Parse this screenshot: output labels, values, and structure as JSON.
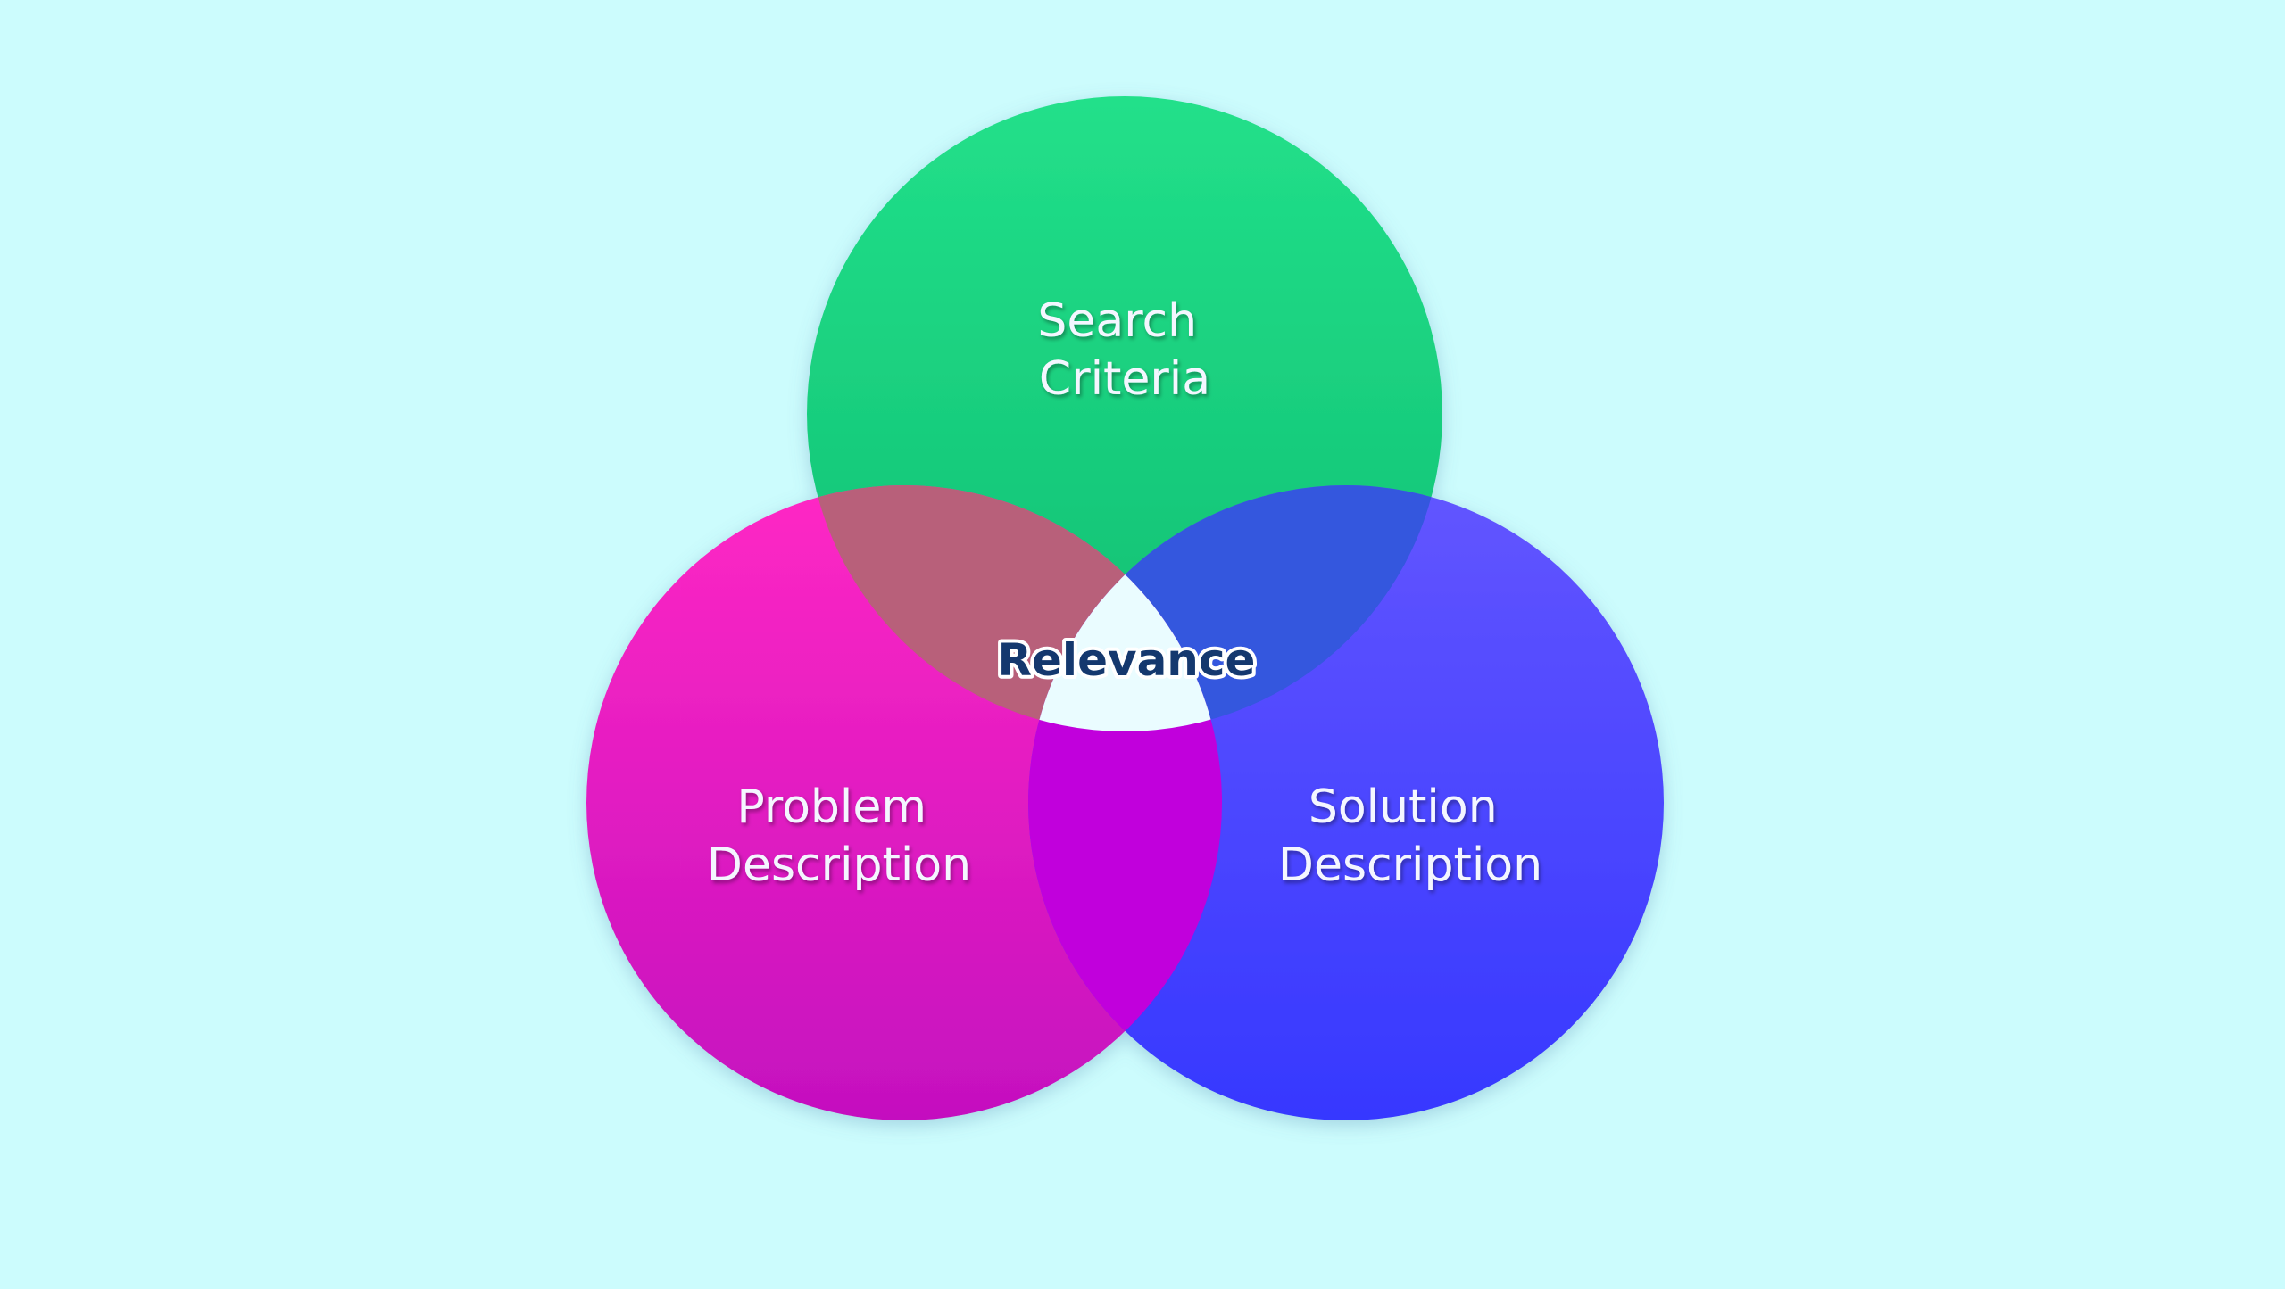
{
  "background_color": "#ccfcfd",
  "circles": {
    "search": {
      "label_line1": "Search",
      "label_line2": "Criteria",
      "color_top": "#22e08a",
      "color_bottom": "#10bd72"
    },
    "problem": {
      "label_line1": "Problem",
      "label_line2": "Description",
      "color_top": "#ff28c4",
      "color_bottom": "#c410bf"
    },
    "solution": {
      "label_line1": "Solution",
      "label_line2": "Description",
      "color_top": "#6255ff",
      "color_bottom": "#3638ff"
    }
  },
  "center": {
    "label": "Relevance"
  }
}
